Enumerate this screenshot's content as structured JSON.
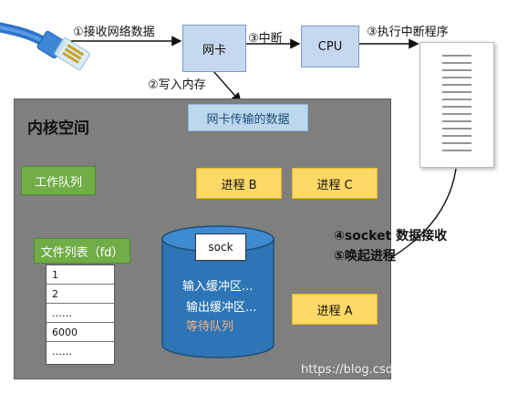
{
  "labels": {
    "step1": "①接收网络数据",
    "step2": "②写入内存",
    "step3a": "③中断",
    "step3b": "③执行中断程序",
    "step4": "④socket 数据接收",
    "step5": "⑤唤起进程"
  },
  "nodes": {
    "nic": "网卡",
    "cpu": "CPU",
    "nic_data": "网卡传输的数据",
    "kernel_space": "内核空间",
    "work_queue": "工作队列",
    "process_b": "进程 B",
    "process_c": "进程 C",
    "process_a": "进程 A",
    "file_list": "文件列表（fd）",
    "sock": "sock",
    "input_buffer": "输入缓冲区...",
    "output_buffer": "输出缓冲区...",
    "wait_queue": "等待队列"
  },
  "fd_rows": [
    "1",
    "2",
    "……",
    "6000",
    "……"
  ],
  "colors": {
    "kernel_bg": "#7f7f7f",
    "process_box": "#ffd966",
    "work_queue": "#70ad47",
    "file_list": "#70ad47",
    "nic_box": "#c6d8ef",
    "socket_cylinder": "#2e75b6",
    "wait_queue_text": "#f4b183"
  },
  "watermark": "https://blog.csdn.net/xumingwu CSDN @xu谨言"
}
